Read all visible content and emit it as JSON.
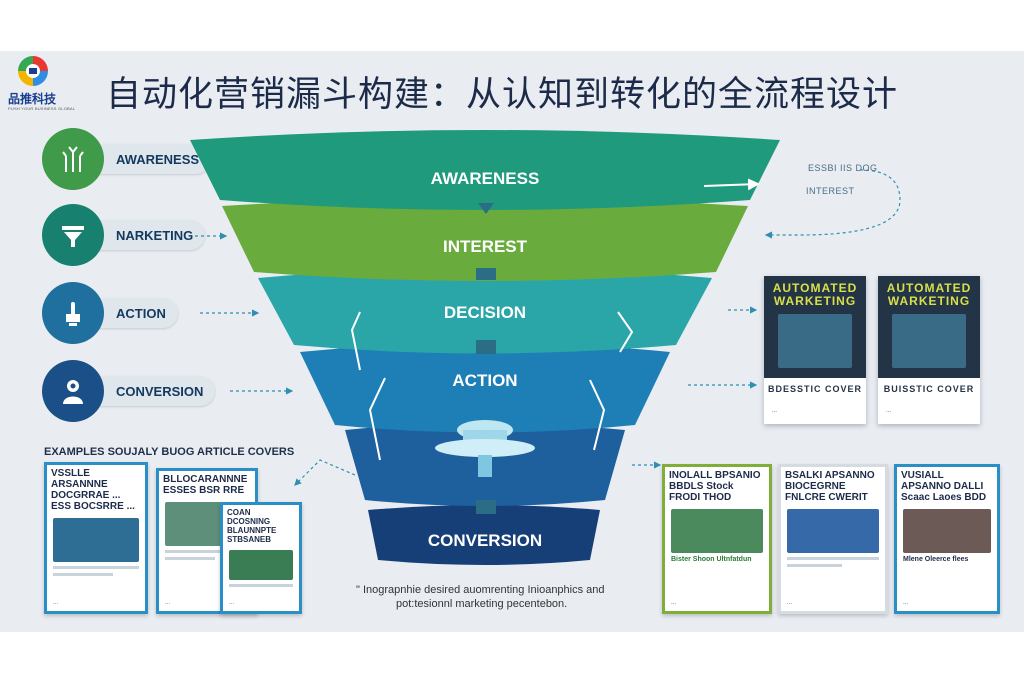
{
  "logo": {
    "name": "品推科技",
    "tagline": "PUSH YOUR BUSINESS GLOBAL"
  },
  "title": "自动化营销漏斗构建：从认知到转化的全流程设计",
  "left_stages": [
    {
      "label": "AWARENESS",
      "icon": "plant-growth-icon",
      "color": "#3f9a4a"
    },
    {
      "label": "NARKETING",
      "icon": "funnel-tool-icon",
      "color": "#17806f"
    },
    {
      "label": "ACTION",
      "icon": "hand-pointer-icon",
      "color": "#1f6f9f"
    },
    {
      "label": "CONVERSION",
      "icon": "person-target-icon",
      "color": "#1a4f87"
    }
  ],
  "funnel": [
    {
      "label": "AWARENESS",
      "color": "#1f9a7d"
    },
    {
      "label": "INTEREST",
      "color": "#6aab3e"
    },
    {
      "label": "DECISION",
      "color": "#2aa6a8"
    },
    {
      "label": "ACTION",
      "color": "#1d7fb5"
    },
    {
      "label": "",
      "color": "#1e5f9e"
    },
    {
      "label": "CONVERSION",
      "color": "#173f77"
    }
  ],
  "annotations": {
    "top_right_line1": "ESSBI IIS DOG",
    "top_right_line2": "INTEREST"
  },
  "examples_title": "EXAMPLES SOUJALY BUOG ARTICLE COVERS",
  "left_cards": [
    {
      "title": "VSSLLE ARSANNNE DOCGRRAE ... ESS BOCSRRE ...",
      "footer": "..."
    },
    {
      "title": "BLLOCARANNNE ESSES BSR RRE",
      "footer": "..."
    },
    {
      "title": "COAN DCOSNING BLAUNNPTE STBSANEB",
      "footer": "..."
    }
  ],
  "books": [
    {
      "title": "AUTOMATED WARKETING",
      "subtitle": "BDESSTIC COVER",
      "footer": "..."
    },
    {
      "title": "AUTOMATED WARKETING",
      "subtitle": "BUISSTIC COVER",
      "footer": "..."
    }
  ],
  "right_cards": [
    {
      "title": "INOLALL BPSANIO BBDLS Stock FRODI THOD",
      "sub": "Bister Shoon Ultnfatdun",
      "footer": "..."
    },
    {
      "title": "BSALKI APSANNO BIOCEGRNE FNLCRE CWERIT",
      "sub": "",
      "footer": "..."
    },
    {
      "title": "VUSIALL APSANNO DALLI Scaac Laoes BDD",
      "sub": "Mlene Oleerce flees",
      "footer": "..."
    }
  ],
  "caption": {
    "line1": "\" Inograpnhie desired auomrenting Inioanphics and",
    "line2": "pot:tesionnl marketing pecentebon."
  }
}
